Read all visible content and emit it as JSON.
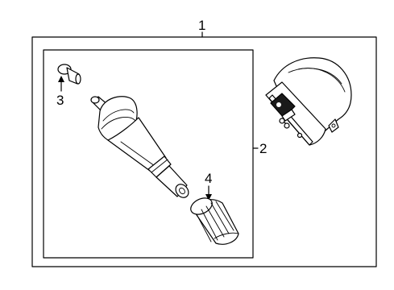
{
  "callouts": {
    "assembly": "1",
    "valve_stem": "2",
    "core": "3",
    "cap": "4"
  }
}
